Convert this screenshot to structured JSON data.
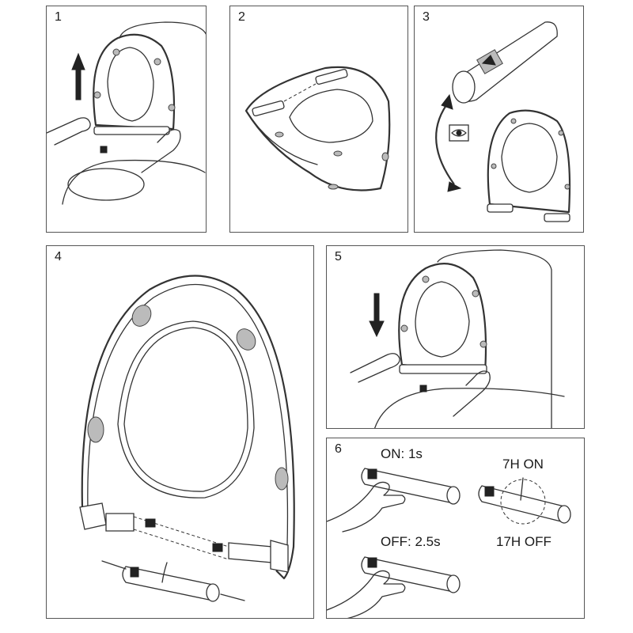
{
  "panels": [
    {
      "number": "1"
    },
    {
      "number": "2"
    },
    {
      "number": "3"
    },
    {
      "number": "4"
    },
    {
      "number": "5"
    },
    {
      "number": "6"
    }
  ],
  "step6": {
    "on_label": "ON: 1s",
    "off_label": "OFF: 2.5s",
    "timer_on_label": "7H ON",
    "timer_off_label": "17H OFF"
  },
  "icons": {
    "step1": "up-arrow-icon",
    "step3": "eye-icon",
    "step5": "down-arrow-icon"
  }
}
